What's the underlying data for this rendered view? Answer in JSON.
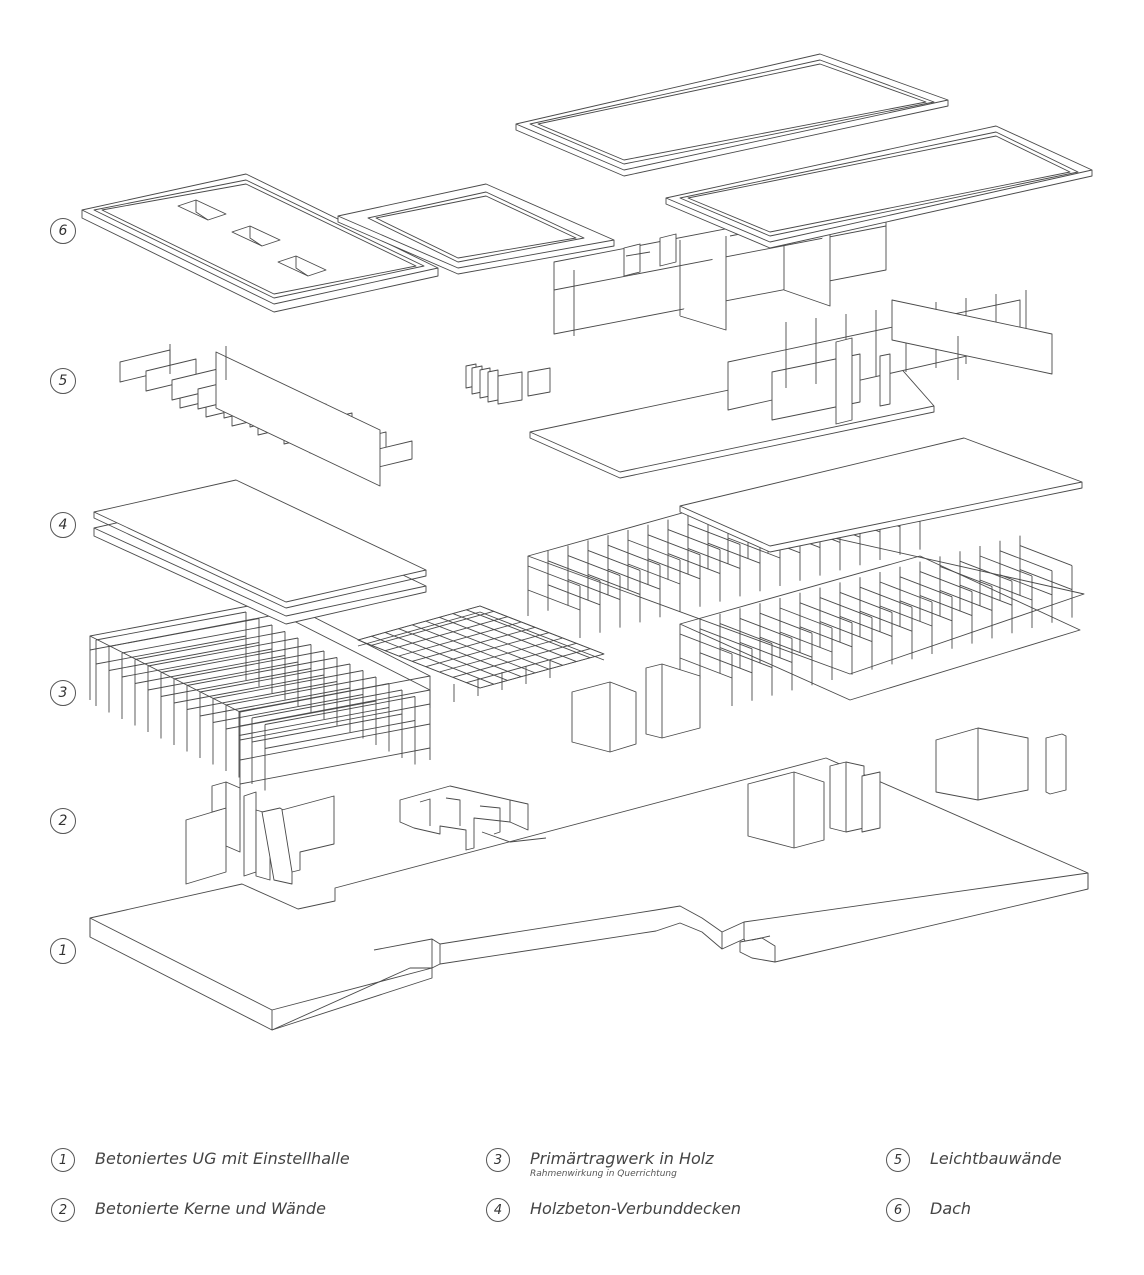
{
  "levels": [
    {
      "number": "1"
    },
    {
      "number": "2"
    },
    {
      "number": "3"
    },
    {
      "number": "4"
    },
    {
      "number": "5"
    },
    {
      "number": "6"
    }
  ],
  "legend": [
    {
      "number": "1",
      "text": "Betoniertes UG mit Einstellhalle",
      "subtext": ""
    },
    {
      "number": "2",
      "text": "Betonierte Kerne und Wände",
      "subtext": ""
    },
    {
      "number": "3",
      "text": "Primärtragwerk in Holz",
      "subtext": "Rahmenwirkung in Querrichtung"
    },
    {
      "number": "4",
      "text": "Holzbeton-Verbunddecken",
      "subtext": ""
    },
    {
      "number": "5",
      "text": "Leichtbauwände",
      "subtext": ""
    },
    {
      "number": "6",
      "text": "Dach",
      "subtext": ""
    }
  ],
  "colors": {
    "line": "#4a4a4a",
    "fill": "#ffffff"
  }
}
